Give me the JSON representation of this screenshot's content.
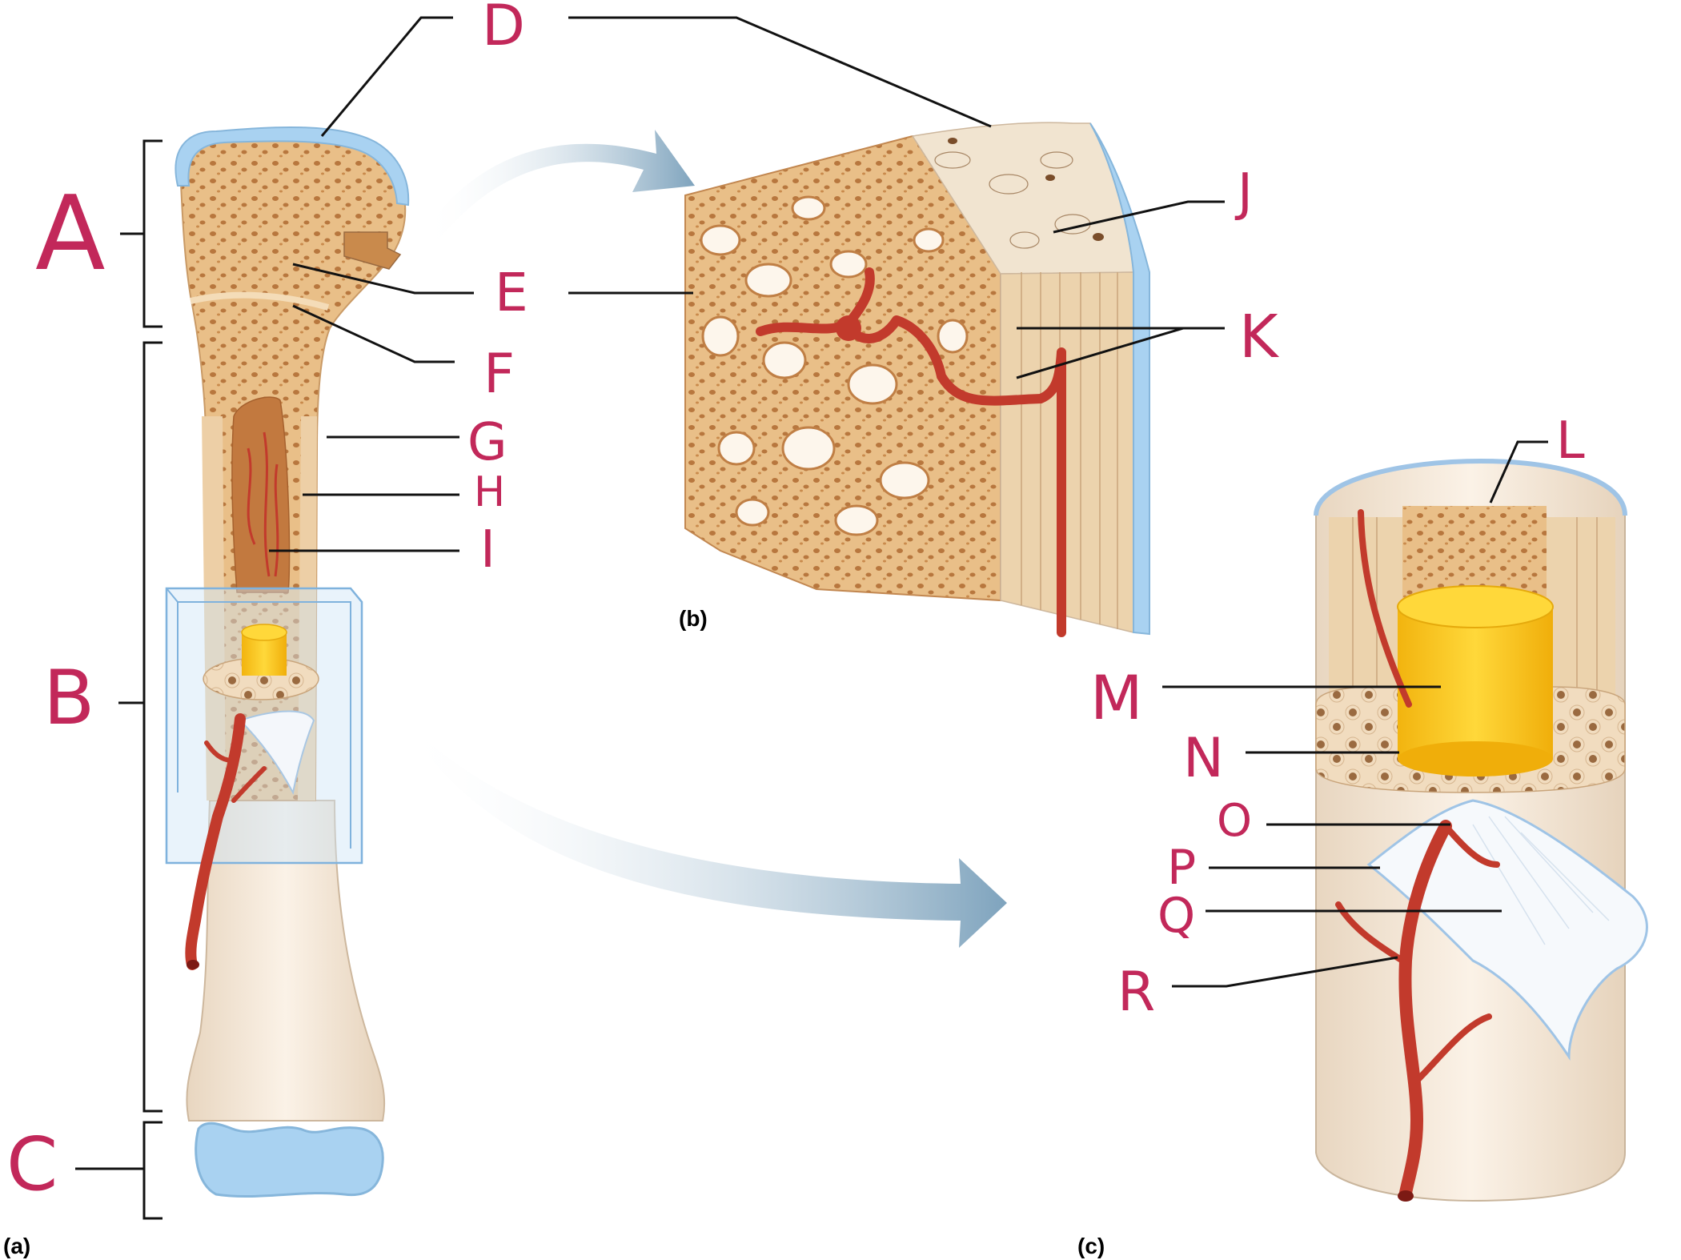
{
  "labels": {
    "A": "A",
    "B": "B",
    "C": "C",
    "D": "D",
    "E": "E",
    "F": "F",
    "G": "G",
    "H": "H",
    "I": "I",
    "J": "J",
    "K": "K",
    "L": "L",
    "M": "M",
    "N": "N",
    "O": "O",
    "P": "P",
    "Q": "Q",
    "R": "R"
  },
  "panels": {
    "a": "(a)",
    "b": "(b)",
    "c": "(c)"
  },
  "colors": {
    "handwriting": "#c2285a",
    "bone": "#e9c08e",
    "spongy": "#d99a55",
    "cartilage": "#a9d2f1",
    "vessel": "#c23a2c",
    "marrow_yellow": "#f7c71c",
    "arrow": "#8fb1c9"
  }
}
